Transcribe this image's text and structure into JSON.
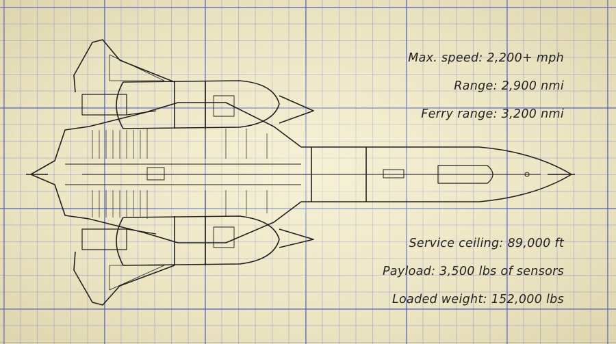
{
  "specs_top": [
    "Max. speed: 2,200+ mph",
    "Range: 2,900 nmi",
    "Ferry range: 3,200 nmi"
  ],
  "specs_bottom": [
    "Service ceiling: 89,000 ft",
    "Payload: 3,500 lbs of sensors",
    "Loaded weight: 152,000 lbs"
  ],
  "colors": {
    "paper": "#ece5c2",
    "grid": "#4a5ac8",
    "ink": "#1e1e1e"
  },
  "illustration": "aircraft-blueprint-top-view"
}
